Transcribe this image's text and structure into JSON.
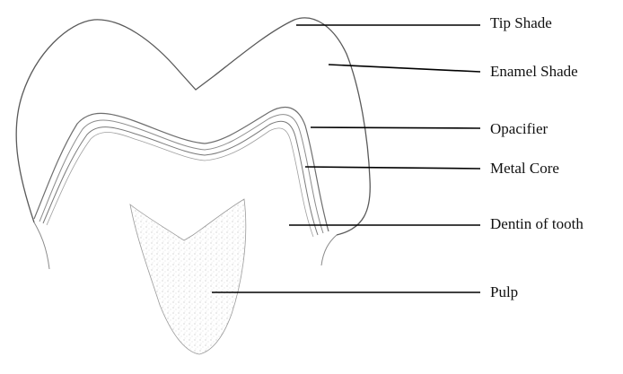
{
  "diagram": {
    "labels": [
      {
        "id": "tip-shade",
        "text": "Tip Shade"
      },
      {
        "id": "enamel-shade",
        "text": "Enamel Shade"
      },
      {
        "id": "opacifier",
        "text": "Opacifier"
      },
      {
        "id": "metal-core",
        "text": "Metal Core"
      },
      {
        "id": "dentin",
        "text": "Dentin of tooth"
      },
      {
        "id": "pulp",
        "text": "Pulp"
      }
    ],
    "colors": {
      "outline": "#5a5a5a",
      "leader": "#000000",
      "text": "#111111",
      "pulp": "#c9c9c9"
    }
  }
}
